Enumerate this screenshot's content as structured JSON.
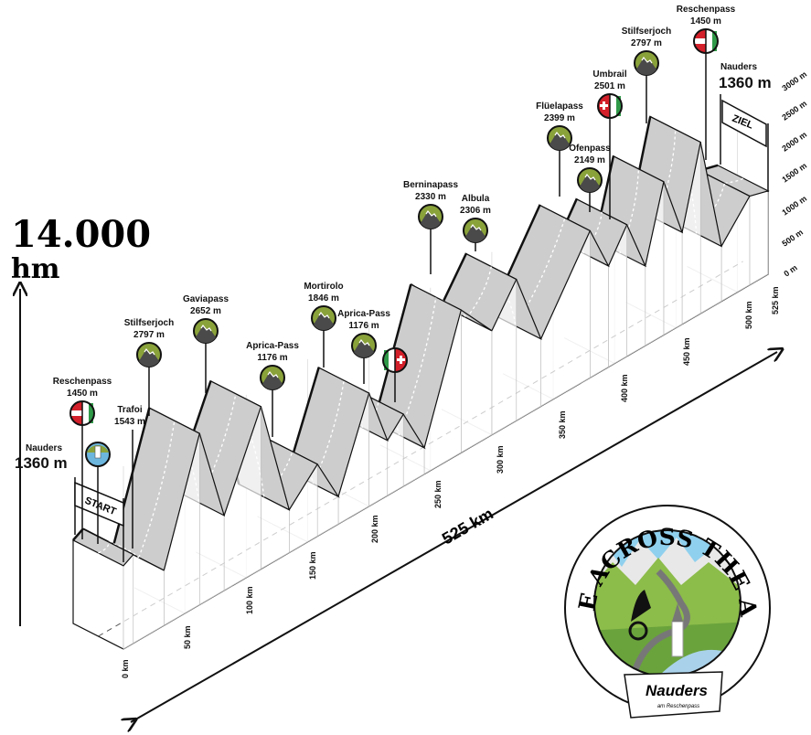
{
  "headline": {
    "value": "14.000",
    "unit": "hm"
  },
  "total_distance": "525 km",
  "start_banner": "START",
  "finish_banner": "ZIEL",
  "colors": {
    "ribbon": "#cdcdcd",
    "marker_green": "#8aa23a",
    "austria_red": "#d3202a",
    "italy_green": "#2f9a48",
    "swiss_red": "#d3202a"
  },
  "markers": [
    {
      "name": "Reschenpass",
      "elev": "1450 m",
      "icon": "flag-austria-italy"
    },
    {
      "name": "Nauders",
      "elev": "1360 m",
      "icon": "lake-church"
    },
    {
      "name": "Trafoi",
      "elev": "1543 m",
      "icon": "none"
    },
    {
      "name": "Stilfserjoch",
      "elev": "2797 m",
      "icon": "mountain"
    },
    {
      "name": "Gaviapass",
      "elev": "2652 m",
      "icon": "mountain"
    },
    {
      "name": "Aprica-Pass",
      "elev": "1176 m",
      "icon": "mountain"
    },
    {
      "name": "Mortirolo",
      "elev": "1846  m",
      "icon": "mountain"
    },
    {
      "name": "Aprica-Pass",
      "elev": "1176 m",
      "icon": "mountain"
    },
    {
      "name": "",
      "elev": "",
      "icon": "flag-italy-switzerland"
    },
    {
      "name": "Berninapass",
      "elev": "2330 m",
      "icon": "mountain"
    },
    {
      "name": "Albula",
      "elev": "2306 m",
      "icon": "mountain"
    },
    {
      "name": "Flüelapass",
      "elev": "2399 m",
      "icon": "mountain"
    },
    {
      "name": "Ofenpass",
      "elev": "2149 m",
      "icon": "mountain"
    },
    {
      "name": "Umbrail",
      "elev": "2501 m",
      "icon": "flag-switzerland-italy"
    },
    {
      "name": "Stilfserjoch",
      "elev": "2797 m",
      "icon": "mountain"
    },
    {
      "name": "Reschenpass",
      "elev": "1450 m",
      "icon": "flag-austria-italy"
    },
    {
      "name": "Nauders",
      "elev": "1360 m",
      "icon": "none"
    }
  ],
  "km_ticks": [
    "0 km",
    "50 km",
    "100 km",
    "150 km",
    "200 km",
    "250 km",
    "300 km",
    "350 km",
    "400 km",
    "450 km",
    "500 km",
    "525 km"
  ],
  "elev_ticks": [
    "3000 m",
    "2500 m",
    "2000 m",
    "1500 m",
    "1000 m",
    "500 m",
    "0 m"
  ],
  "profile": {
    "km": [
      0,
      8,
      33,
      62,
      82,
      112,
      135,
      158,
      175,
      200,
      215,
      228,
      245,
      275,
      300,
      320,
      340,
      380,
      395,
      410,
      425,
      440,
      455,
      470,
      487,
      510,
      525
    ],
    "elevation_m": [
      1360,
      1450,
      900,
      2797,
      1225,
      2652,
      700,
      1176,
      450,
      1846,
      900,
      1176,
      430,
      2330,
      1700,
      2306,
      1100,
      2399,
      1650,
      2149,
      1300,
      2501,
      1500,
      2797,
      900,
      1450,
      1360
    ]
  },
  "logo": {
    "ring_text": "RACE ACROSS THE ALPS",
    "town": "Nauders",
    "town_sub": "am Reschenpass"
  }
}
